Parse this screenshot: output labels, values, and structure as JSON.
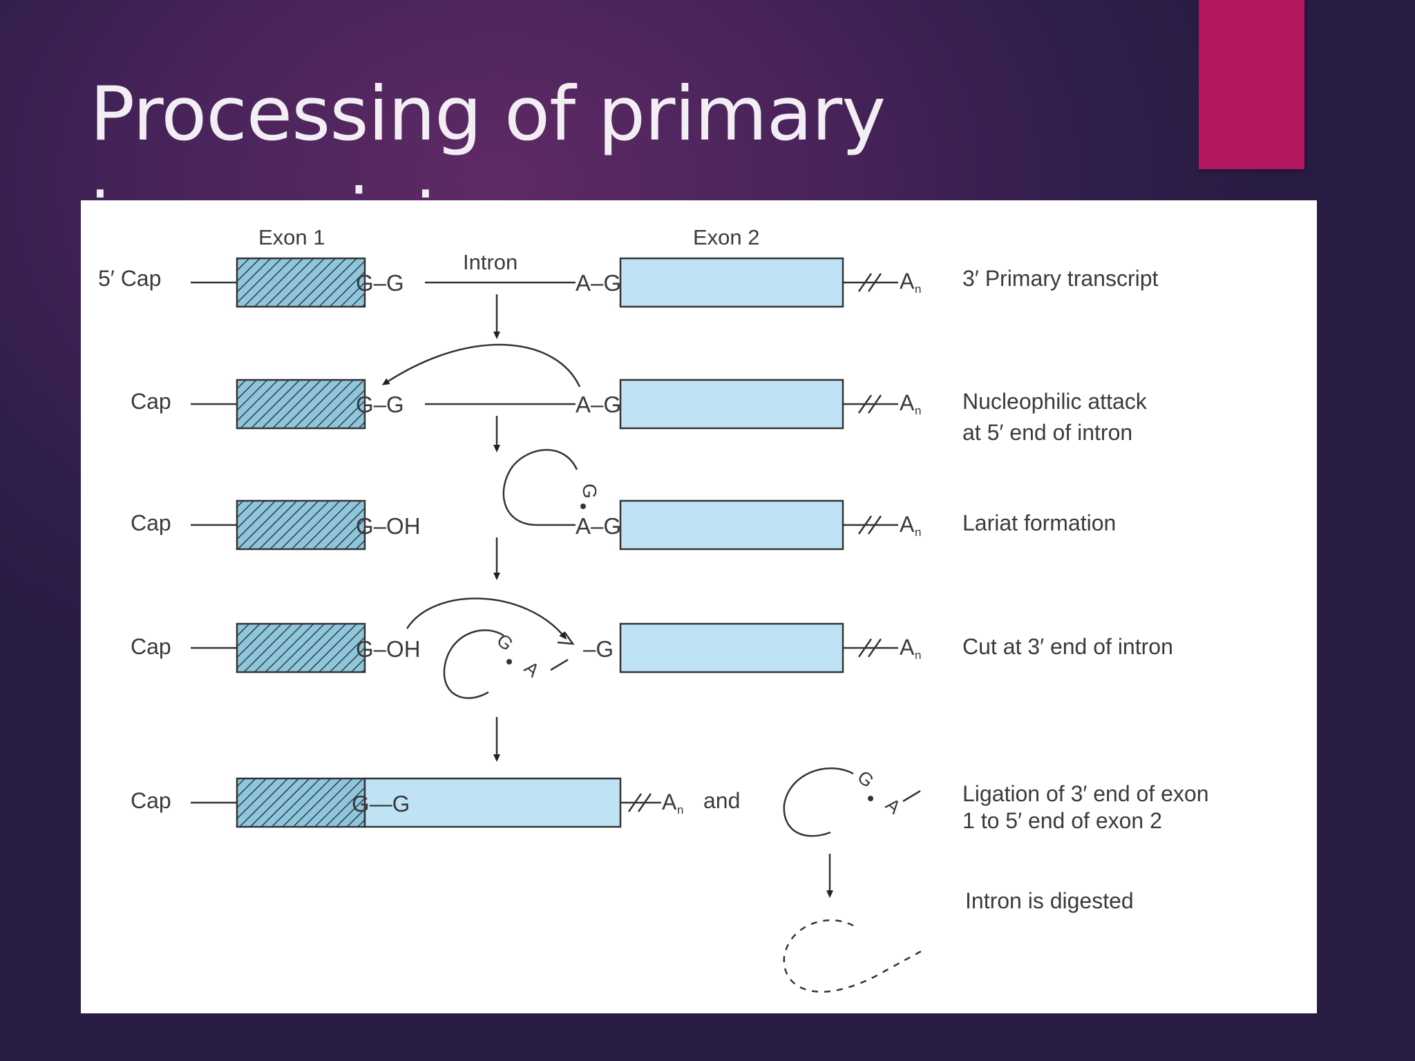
{
  "slide": {
    "title": "Processing of primary transcript"
  },
  "diagram": {
    "exon1_label": "Exon 1",
    "exon2_label": "Exon 2",
    "intron_label": "Intron",
    "cap_5prime": "5′ Cap",
    "cap": "Cap",
    "poly_a": "A",
    "poly_a_subscript": "n",
    "junction_gg": "G–G",
    "junction_ag": "A–G",
    "g_oh": "G–OH",
    "g_oh_plain": "G–OH",
    "g_letter": "G",
    "a_letter": "A",
    "dash_g": "–G",
    "ligated_gg": "G—G",
    "and_word": "and",
    "steps": [
      {
        "label": "3′ Primary transcript"
      },
      {
        "label_line1": "Nucleophilic attack",
        "label_line2": "at 5′ end of intron"
      },
      {
        "label": "Lariat formation"
      },
      {
        "label": "Cut at 3′ end of intron"
      },
      {
        "label_line1": "Ligation of 3′ end of exon",
        "label_line2": "1 to 5′ end of exon 2"
      },
      {
        "label": "Intron is digested"
      }
    ],
    "colors": {
      "exon1_fill": "#8fc6dc",
      "exon2_fill": "#bfe3f5",
      "stroke": "#333333",
      "hatch": "#2d3d4a"
    }
  }
}
